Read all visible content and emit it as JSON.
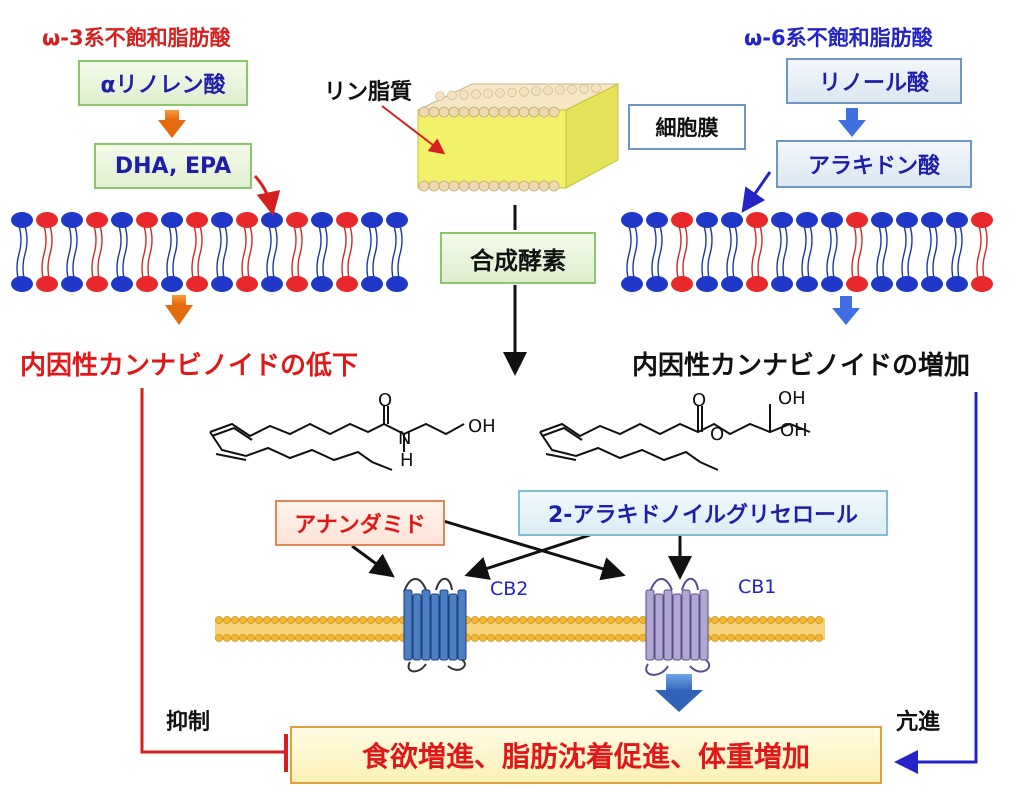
{
  "left": {
    "title": "ω-3系不飽和脂肪酸",
    "box1": "αリノレン酸",
    "box2": "DHA, EPA",
    "result": "内因性カンナビノイドの低下",
    "effect": "抑制"
  },
  "right": {
    "title": "ω-6系不飽和脂肪酸",
    "box1": "リノール酸",
    "box2": "アラキドン酸",
    "result": "内因性カンナビノイドの増加",
    "effect": "亢進"
  },
  "center": {
    "phospholipid_label": "リン脂質",
    "membrane_label": "細胞膜",
    "enzyme_label": "合成酵素"
  },
  "molecules": {
    "anandamide_label": "アナンダミド",
    "ag_label": "2-アラキドノイルグリセロール",
    "o": "O",
    "n": "N",
    "h": "H",
    "oh": "OH"
  },
  "receptors": {
    "cb2": "CB2",
    "cb1": "CB1"
  },
  "outcome": "食欲増進、脂肪沈着促進、体重増加",
  "colors": {
    "red": "#d62020",
    "blue": "#2323c8",
    "orange": "#f07c1c",
    "arrow_blue": "#3f6fe0"
  }
}
